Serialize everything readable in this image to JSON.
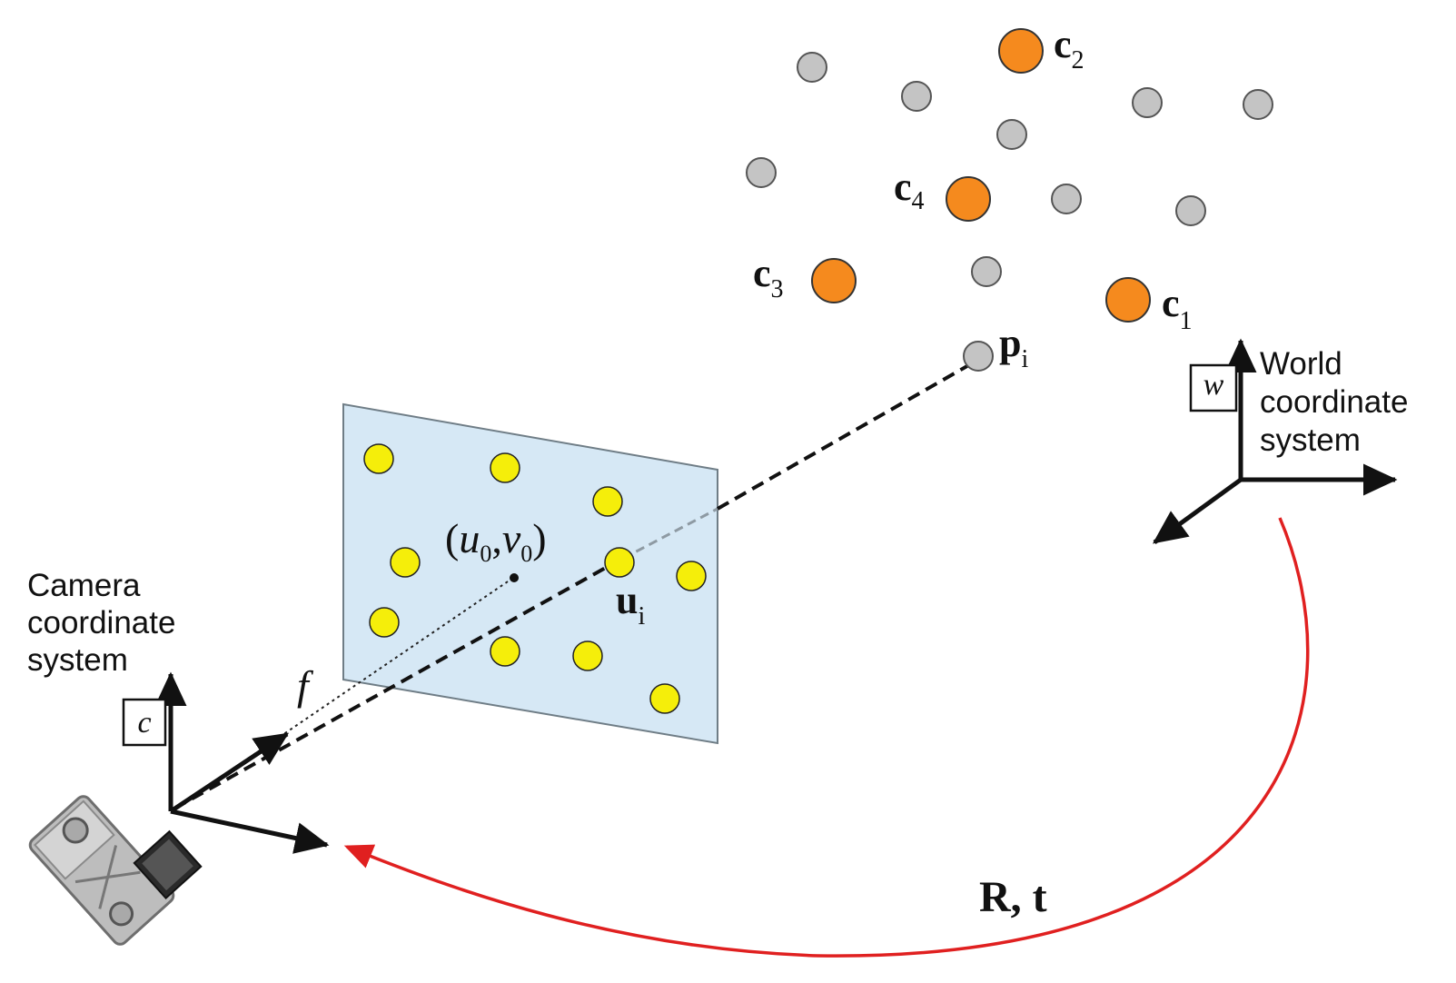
{
  "labels": {
    "c2": {
      "base": "c",
      "sub": "2"
    },
    "c4": {
      "base": "c",
      "sub": "4"
    },
    "c3": {
      "base": "c",
      "sub": "3"
    },
    "c1": {
      "base": "c",
      "sub": "1"
    },
    "pi": {
      "base": "p",
      "sub": "i"
    },
    "ui": {
      "base": "u",
      "sub": "i"
    },
    "principal_point": {
      "open": "(",
      "u": "u",
      "u_sub": "0",
      "comma": ",",
      "v": "v",
      "v_sub": "0",
      "close": ")"
    },
    "focal_length": "f",
    "world_frame_tag": "w",
    "camera_frame_tag": "c",
    "transform": "R, t"
  },
  "world_coordinate_system": [
    "World",
    "coordinate",
    "system"
  ],
  "camera_coordinate_system": [
    "Camera",
    "coordinate",
    "system"
  ],
  "colors": {
    "image_plane_fill": "#d6e8f5",
    "image_point": "#f5ee0a",
    "control_point": "#f58a1e",
    "world_point": "#c4c4c4",
    "transform_arrow": "#e02020",
    "ink": "#111111"
  }
}
